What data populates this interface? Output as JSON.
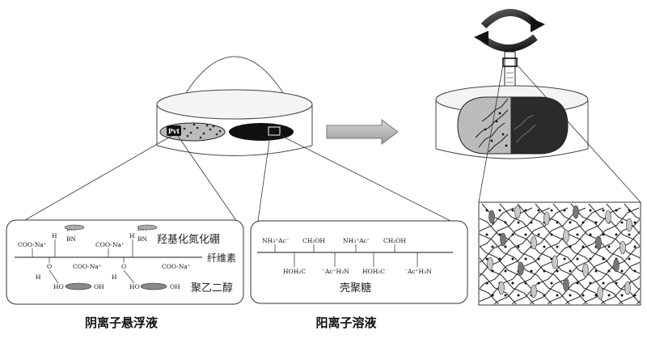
{
  "anion_box": {
    "label_hbn": "羟基化氮化硼",
    "label_cellulose": "纤维素",
    "label_peg": "聚乙二醇",
    "coo_na": "COO-Na⁺",
    "h": "H",
    "bn": "BN",
    "o": "O",
    "ho": "HO",
    "oh": "OH"
  },
  "cation_box": {
    "label_chitosan": "壳聚糖",
    "nh3_ac": "NH₃⁺Ac⁻",
    "ch2oh": "CH₂OH",
    "hoh2c": "HOH₂C",
    "ac_h3n": "⁻Ac⁺H₃N"
  },
  "left_beaker": {
    "badge": "Pvt"
  },
  "captions": {
    "anion": "阴离子悬浮液",
    "cation": "阳离子溶液"
  }
}
